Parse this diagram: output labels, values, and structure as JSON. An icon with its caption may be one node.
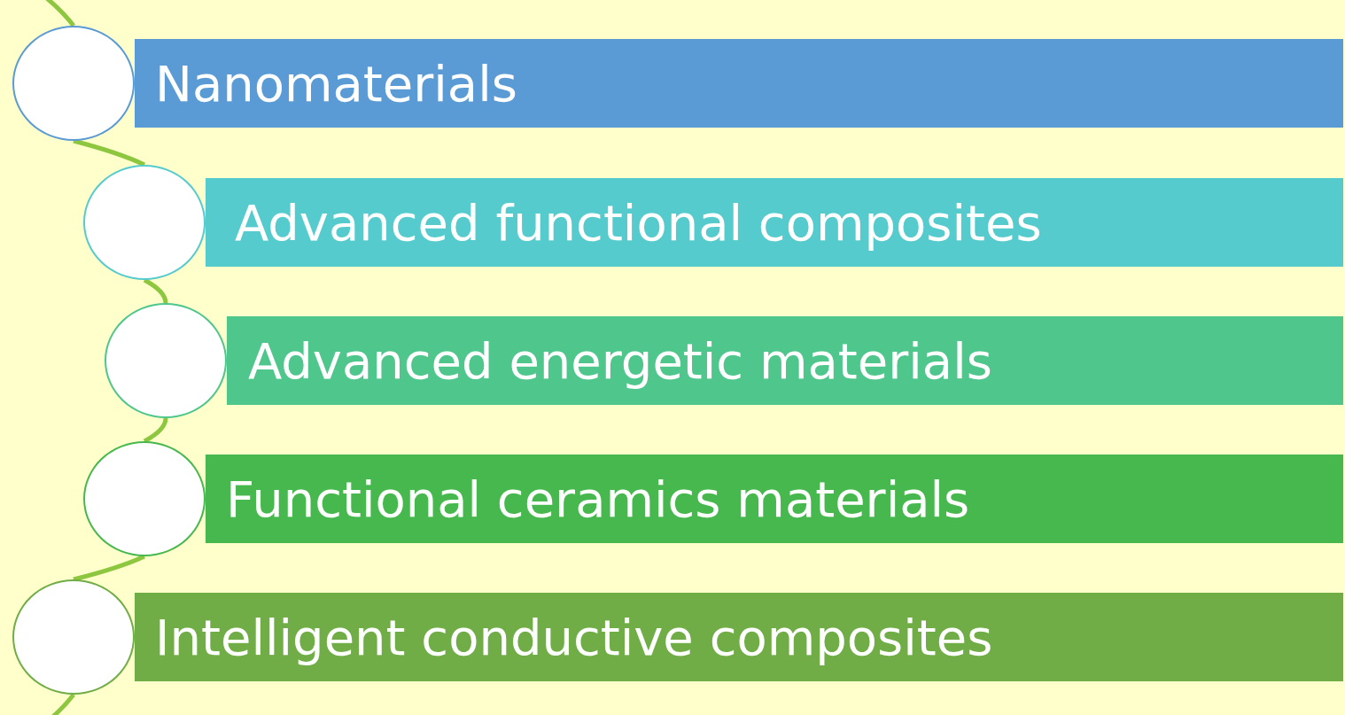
{
  "diagram": {
    "nodes": [
      {
        "text": [],
        "shape": "circle"
      },
      {
        "text": [
          "Nanomaterials"
        ]
      },
      {
        "text": [],
        "shape": "circle"
      },
      {
        "text": [
          "Advanced functional composites"
        ]
      },
      {
        "text": [],
        "shape": "circle"
      },
      {
        "text": [
          "Advanced energetic materials"
        ]
      },
      {
        "text": [],
        "shape": "circle"
      },
      {
        "text": [
          "Functional ceramics materials"
        ]
      },
      {
        "text": [],
        "shape": "circle"
      },
      {
        "text": [
          "Intelligent conductive composites"
        ]
      }
    ],
    "edges": [
      {
        "from": null,
        "to": 0,
        "arrow": "none"
      },
      {
        "from": 0,
        "to": 2,
        "arrow": "none"
      },
      {
        "from": 2,
        "to": 4,
        "arrow": "none"
      },
      {
        "from": 4,
        "to": 6,
        "arrow": "none"
      },
      {
        "from": 6,
        "to": 8,
        "arrow": "none"
      },
      {
        "from": 8,
        "to": null,
        "arrow": "none"
      }
    ]
  }
}
